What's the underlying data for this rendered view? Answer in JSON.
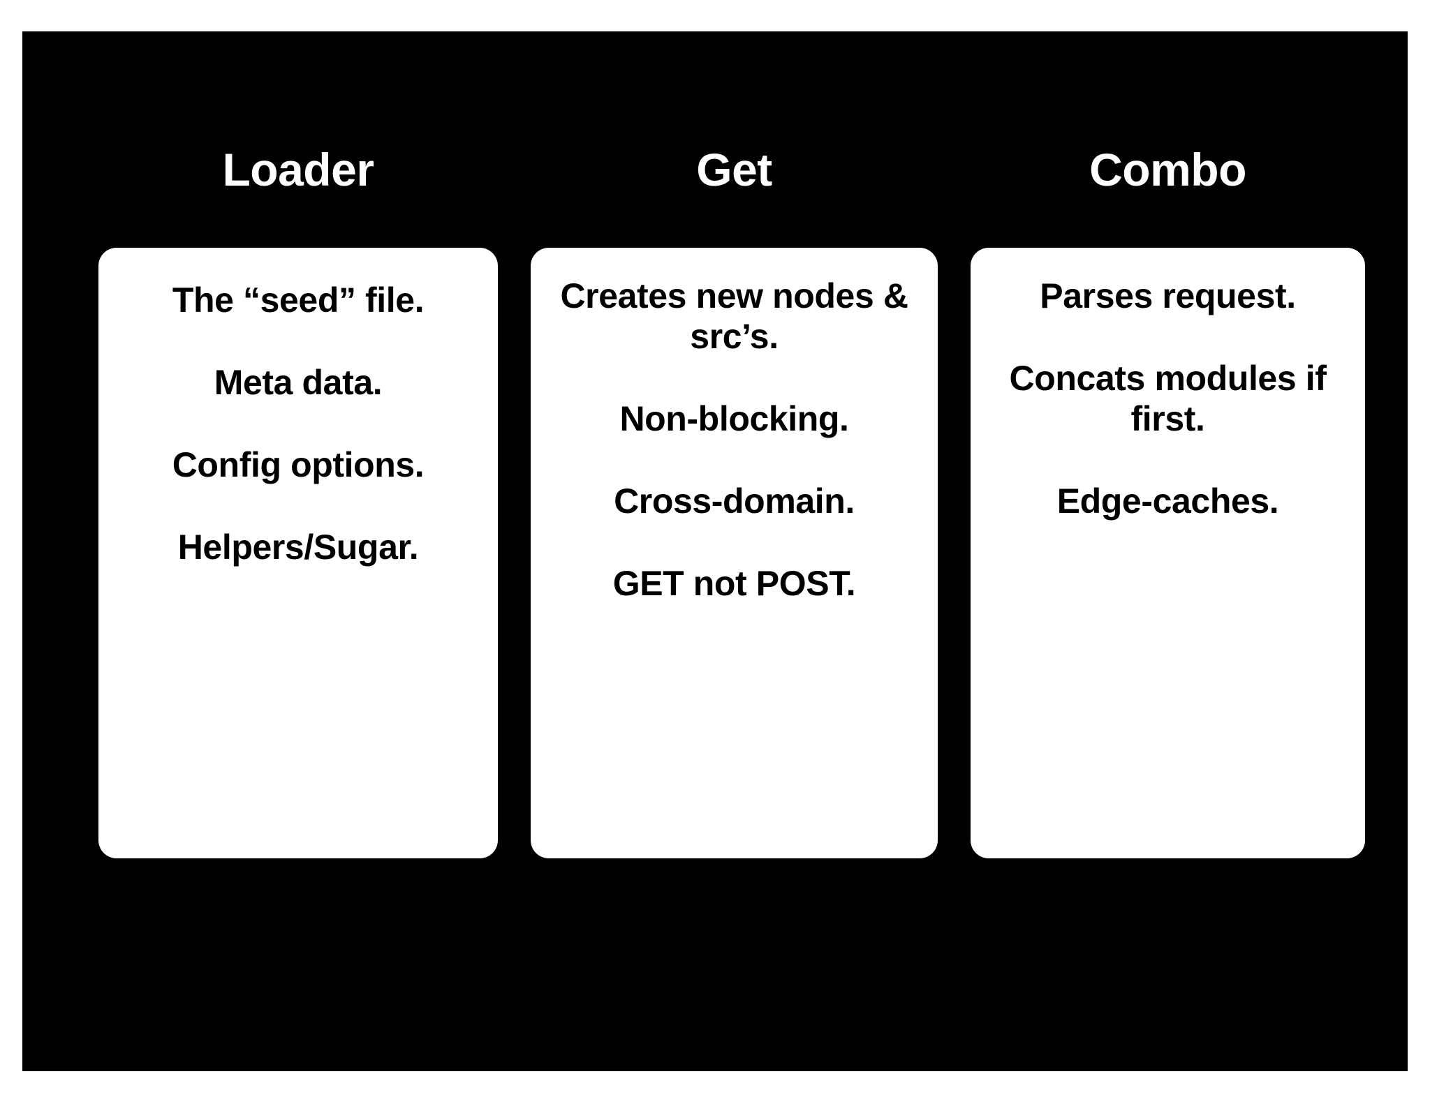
{
  "slide": {
    "background_color": "#000000",
    "page_background_color": "#ffffff",
    "card_background_color": "#ffffff",
    "title_color": "#ffffff",
    "body_text_color": "#000000"
  },
  "columns": [
    {
      "title": "Loader",
      "items": [
        "The “seed” file.",
        "Meta data.",
        "Config options.",
        "Helpers/Sugar."
      ]
    },
    {
      "title": "Get",
      "items": [
        "Creates new nodes & src’s.",
        "Non-blocking.",
        "Cross-domain.",
        "GET not POST."
      ]
    },
    {
      "title": "Combo",
      "items": [
        "Parses request.",
        "Concats modules if first.",
        "Edge-caches."
      ]
    }
  ]
}
